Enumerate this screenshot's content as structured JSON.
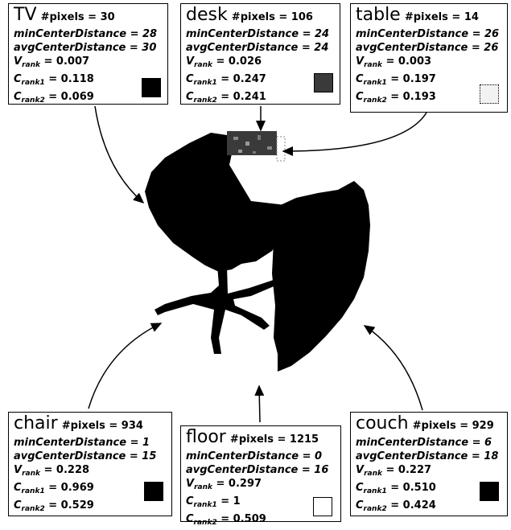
{
  "boxes": [
    {
      "id": "tv",
      "label": "TV",
      "pixels_text": "#pixels = 30",
      "min_text": "minCenterDistance = 28",
      "avg_text": "avgCenterDistance = 30",
      "v_rank": "0.007",
      "c_rank1": "0.118",
      "c_rank2": "0.069",
      "swatch_color": "#000000"
    },
    {
      "id": "desk",
      "label": "desk",
      "pixels_text": "#pixels = 106",
      "min_text": "minCenterDistance = 24",
      "avg_text": "avgCenterDistance = 24",
      "v_rank": "0.026",
      "c_rank1": "0.247",
      "c_rank2": "0.241",
      "swatch_color": "#3a3a3a"
    },
    {
      "id": "table",
      "label": "table",
      "pixels_text": "#pixels = 14",
      "min_text": "minCenterDistance = 26",
      "avg_text": "avgCenterDistance = 26",
      "v_rank": "0.003",
      "c_rank1": "0.197",
      "c_rank2": "0.193",
      "swatch_color": "#f2f2f2"
    },
    {
      "id": "chair",
      "label": "chair",
      "pixels_text": "#pixels = 934",
      "min_text": "minCenterDistance = 1",
      "avg_text": "avgCenterDistance = 15",
      "v_rank": "0.228",
      "c_rank1": "0.969",
      "c_rank2": "0.529",
      "swatch_color": "#000000"
    },
    {
      "id": "floor",
      "label": "floor",
      "pixels_text": "#pixels = 1215",
      "min_text": "minCenterDistance = 0",
      "avg_text": "avgCenterDistance = 16",
      "v_rank": "0.297",
      "c_rank1": "1",
      "c_rank2": "0.509",
      "swatch_color": "#ffffff"
    },
    {
      "id": "couch",
      "label": "couch",
      "pixels_text": "#pixels = 929",
      "min_text": "minCenterDistance = 6",
      "avg_text": "avgCenterDistance = 18",
      "v_rank": "0.227",
      "c_rank1": "0.510",
      "c_rank2": "0.424",
      "swatch_color": "#000000"
    }
  ],
  "symbols": {
    "v": "V",
    "c": "C",
    "eq": " = ",
    "sub_rank": "rank",
    "sub_rank1": "rank1",
    "sub_rank2": "rank2"
  }
}
